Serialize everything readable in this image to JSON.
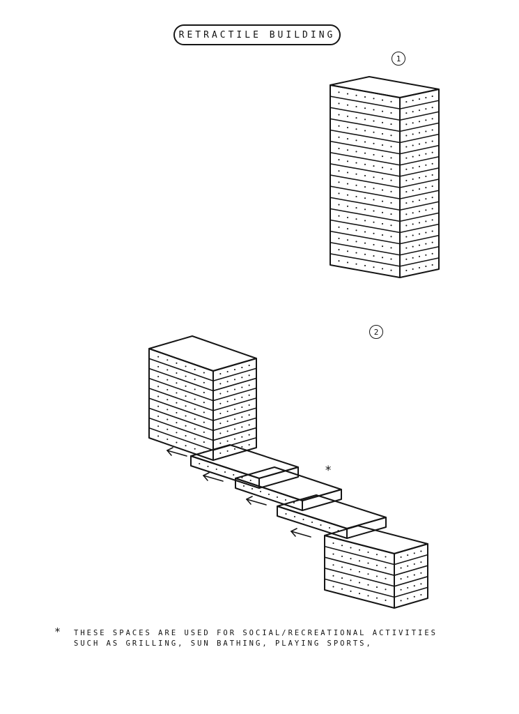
{
  "title": "RETRACTILE BUILDING",
  "stages": [
    {
      "label": "1"
    },
    {
      "label": "2"
    }
  ],
  "asterisk_marker": "*",
  "footnote": {
    "marker": "*",
    "line1": "THESE SPACES ARE USED FOR SOCIAL/RECREATIONAL ACTIVITIES",
    "line2": "SUCH AS GRILLING, SUN BATHING, PLAYING SPORTS,"
  }
}
